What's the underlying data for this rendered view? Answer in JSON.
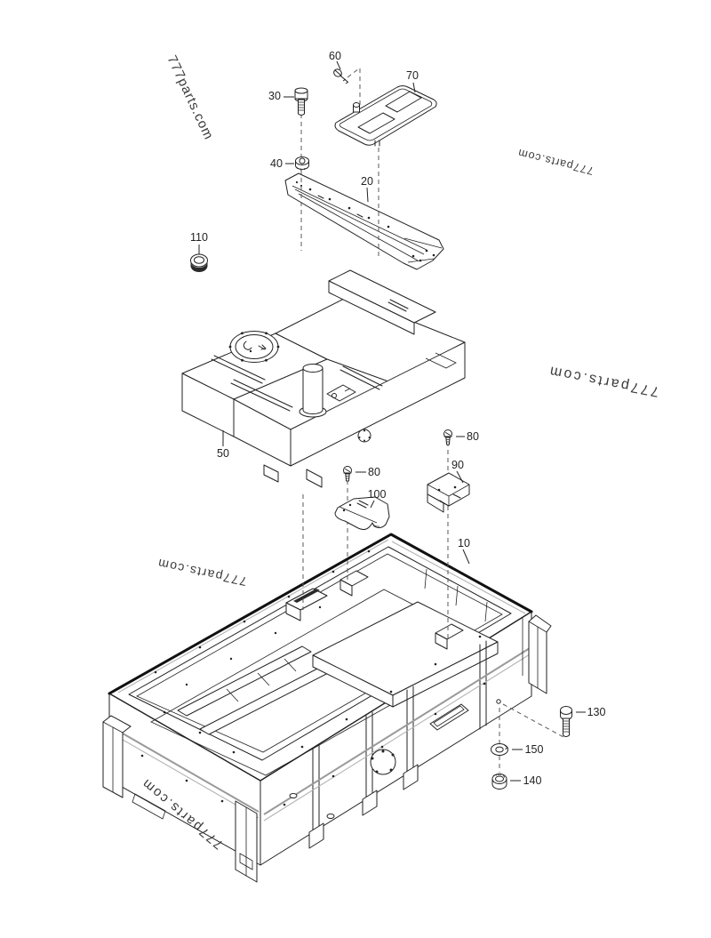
{
  "watermark": {
    "text": "777parts.com"
  },
  "callouts": {
    "c10": "10",
    "c20": "20",
    "c30": "30",
    "c40": "40",
    "c50": "50",
    "c60": "60",
    "c70": "70",
    "c80a": "80",
    "c80b": "80",
    "c90": "90",
    "c100": "100",
    "c110": "110",
    "c130": "130",
    "c140": "140",
    "c150": "150"
  },
  "colors": {
    "background": "#ffffff",
    "line": "#222222",
    "accent_gray": "#9a9a9a",
    "label_text": "#222222",
    "watermark_text": "#3a3a3a"
  }
}
